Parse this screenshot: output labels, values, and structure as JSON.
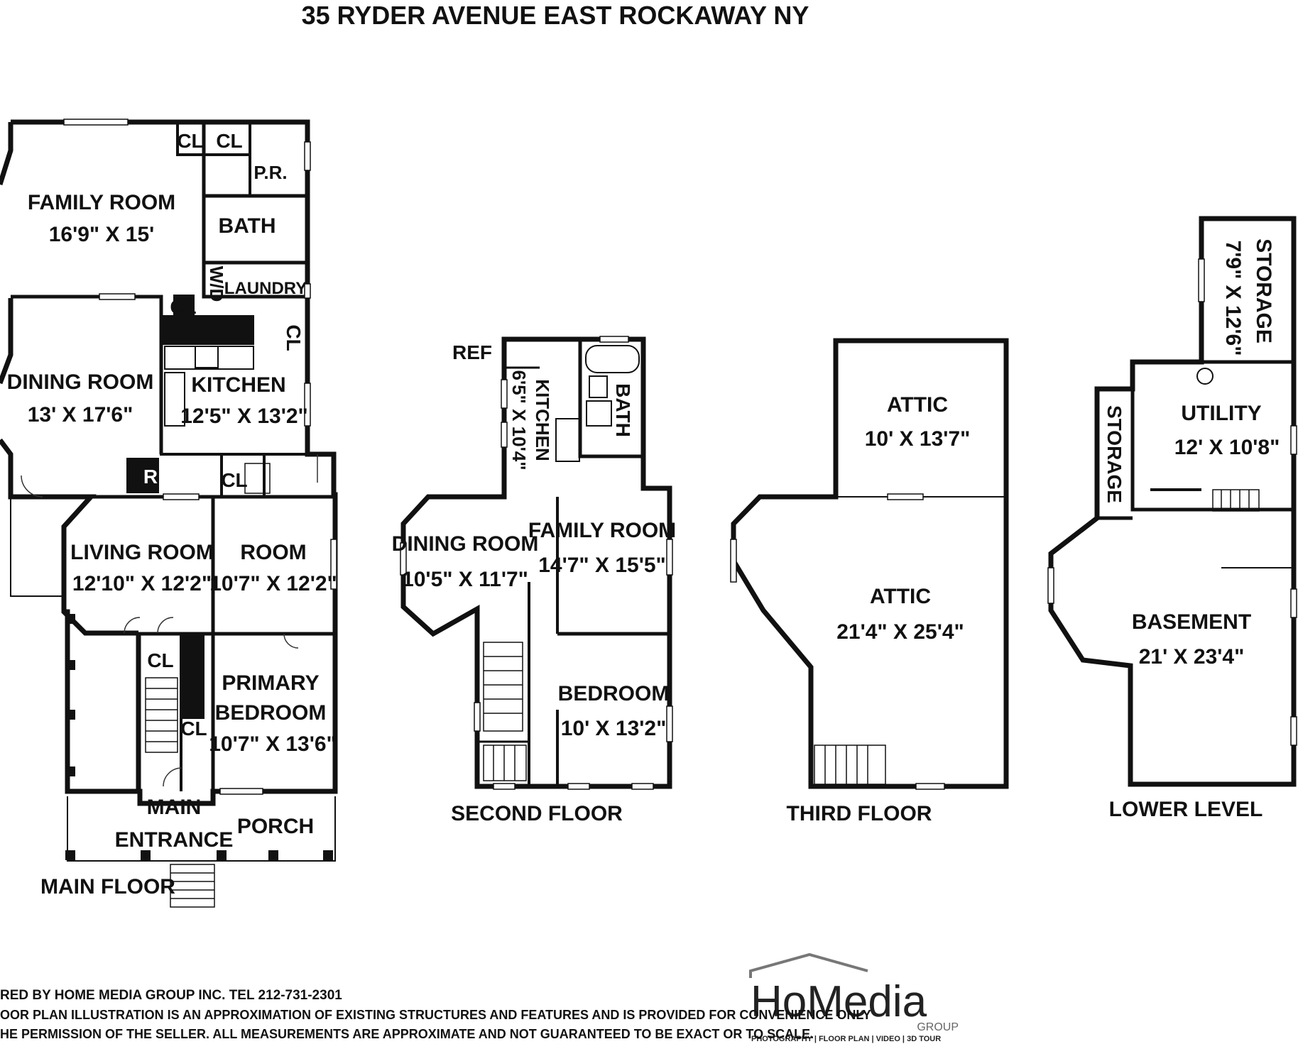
{
  "title": "35 RYDER AVENUE EAST ROCKAWAY NY",
  "floors": {
    "main": {
      "label": "MAIN FLOOR",
      "rooms": {
        "family_room": {
          "name": "FAMILY ROOM",
          "dim": "16'9\" X 15'"
        },
        "dining_room": {
          "name": "DINING ROOM",
          "dim": "13' X 17'6\""
        },
        "kitchen": {
          "name": "KITCHEN",
          "dim": "12'5\" X 13'2\""
        },
        "living_room": {
          "name": "LIVING ROOM",
          "dim": "12'10\" X 12'2\""
        },
        "room": {
          "name": "ROOM",
          "dim": "10'7\" X 12'2\""
        },
        "primary_bedroom": {
          "name1": "PRIMARY",
          "name2": "BEDROOM",
          "dim": "10'7\" X 13'6\""
        },
        "bath": {
          "name": "BATH"
        },
        "laundry": {
          "name": "LAUNDRY"
        },
        "powder_room": {
          "name": "P.R."
        },
        "washer_dryer": {
          "name": "W/D"
        },
        "closet": {
          "name": "CL"
        },
        "ref": {
          "name": "R"
        },
        "main_entrance": {
          "name1": "MAIN",
          "name2": "ENTRANCE"
        },
        "porch": {
          "name": "PORCH"
        }
      }
    },
    "second": {
      "label": "SECOND FLOOR",
      "rooms": {
        "ref": {
          "name": "REF"
        },
        "kitchen": {
          "name": "KITCHEN",
          "dim": "6'5\" X 10'4\""
        },
        "bath": {
          "name": "BATH"
        },
        "dining_room": {
          "name": "DINING ROOM",
          "dim": "10'5\" X 11'7\""
        },
        "family_room": {
          "name": "FAMILY ROOM",
          "dim": "14'7\" X 15'5\""
        },
        "bedroom": {
          "name": "BEDROOM",
          "dim": "10' X 13'2\""
        }
      }
    },
    "third": {
      "label": "THIRD FLOOR",
      "rooms": {
        "attic_small": {
          "name": "ATTIC",
          "dim": "10' X 13'7\""
        },
        "attic_large": {
          "name": "ATTIC",
          "dim": "21'4\" X 25'4\""
        }
      }
    },
    "lower": {
      "label": "LOWER LEVEL",
      "rooms": {
        "storage_top": {
          "name": "STORAGE",
          "dim": "7'9\" X 12'6\""
        },
        "storage_left": {
          "name": "STORAGE"
        },
        "utility": {
          "name": "UTILITY",
          "dim": "12' X 10'8\""
        },
        "basement": {
          "name": "BASEMENT",
          "dim": "21' X 23'4\""
        }
      }
    }
  },
  "footer": {
    "line1": "RED BY  HOME MEDIA GROUP INC.  TEL 212-731-2301",
    "line2": "OOR PLAN ILLUSTRATION IS AN APPROXIMATION OF EXISTING STRUCTURES AND FEATURES AND IS PROVIDED FOR CONVENIENCE ONLY",
    "line3": "HE PERMISSION OF THE SELLER. ALL MEASUREMENTS ARE APPROXIMATE AND NOT GUARANTEED TO BE EXACT OR TO SCALE."
  },
  "logo": {
    "wordmark": "HoMedia",
    "group": "GROUP",
    "tagline": "PHOTOGRAPHY | FLOOR PLAN | VIDEO | 3D TOUR"
  }
}
